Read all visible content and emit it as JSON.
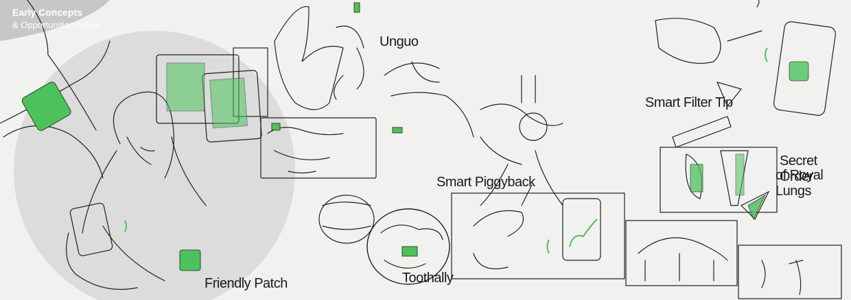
{
  "header": {
    "title": "Early Concepts",
    "subtitle": "& Opportunities Areas"
  },
  "concepts": {
    "friendly_patch": "Friendly Patch",
    "unguo": "Unguo",
    "smart_piggyback": "Smart Piggyback",
    "toothally": "Toothally",
    "smart_filter_tip": "Smart Filter Tip",
    "secret_order_line1": "Secret Order",
    "secret_order_line2": "of Royal Lungs"
  },
  "colors": {
    "accent": "#4cc35a",
    "backdrop": "#dcdcdc",
    "ink": "#1f1f1f",
    "paper": "#f1f1ef"
  }
}
